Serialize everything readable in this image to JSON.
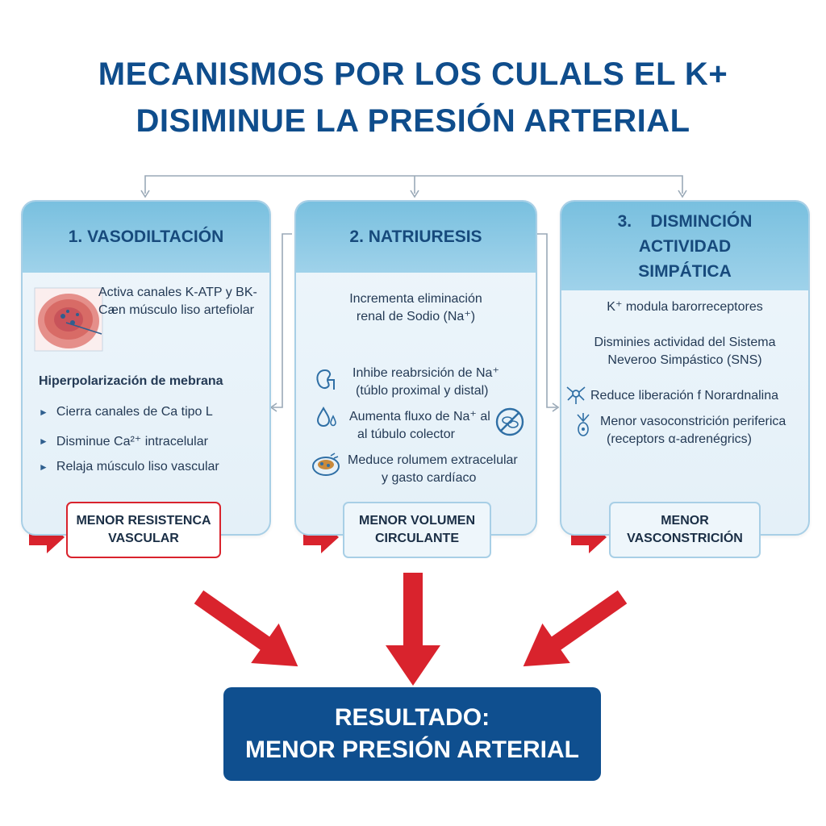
{
  "title": {
    "line1": "MECANISMOS POR LOS CULALS EL K+",
    "line2": "DISIMINUE LA PRESIÓN ARTERIAL"
  },
  "colors": {
    "title": "#0f4d8c",
    "card_header": "#79c0df",
    "card_body": "#eef6fb",
    "arrow_red": "#d9232d",
    "result_bg": "#0f4f8f"
  },
  "cards": [
    {
      "title": "1. VASODILTACIÓN",
      "image_caption_1": "Activa canales K-ATP y BK-Ca",
      "image_caption_2": "en músculo liso artefiolar",
      "subheading": "Hiperpolarización de mebrana",
      "bullets": [
        "Cierra canales de Ca tipo L",
        "Disminue Ca²⁺ intracelular",
        "Relaja músculo liso vascular"
      ],
      "outcome": [
        "MENOR RESISTENCA",
        "VASCULAR"
      ],
      "icons": [
        "vessel-cross-section-icon",
        "bullet-triangle-icon"
      ]
    },
    {
      "title": "2. NATRIURESIS",
      "intro_1": "Incrementa eliminación",
      "intro_2": "renal de Sodio (Na⁺)",
      "items": [
        {
          "icon": "kidney-icon",
          "line1": "Inhibe reabrsición de Na⁺",
          "line2": "(túblo proximal y distal)"
        },
        {
          "icon": "water-drops-icon",
          "line1": "Aumenta fluxo de Na⁺ al",
          "line2": "al túbulo colector"
        },
        {
          "icon": "blood-cells-icon",
          "line1": "Meduce rolumem extracelular",
          "line2": "y gasto cardíaco"
        }
      ],
      "side_icon": "no-cells-icon",
      "outcome": [
        "MENOR VOLUMEN",
        "CIRCULANTE"
      ]
    },
    {
      "title_lines": [
        "3.    DISMINCIÓN",
        "ACTIVIDAD",
        "SIMPÁTICA"
      ],
      "line_a": "K⁺ modula barorreceptores",
      "line_b1": "Disminies actividad del Sistema",
      "line_b2": "Neveroo Simpástico (SNS)",
      "items": [
        {
          "icon": "neuron-icon",
          "line1": "Reduce liberación f Norardnalina"
        },
        {
          "icon": "receptor-icon",
          "line1": "Menor vasoconstrición periferica",
          "line2": "(receptors α-adrenégrics)"
        }
      ],
      "outcome": [
        "MENOR",
        "VASCONSTRICIÓN"
      ]
    }
  ],
  "result": {
    "line1": "RESULTADO:",
    "line2": "MENOR PRESIÓN ARTERIAL"
  }
}
